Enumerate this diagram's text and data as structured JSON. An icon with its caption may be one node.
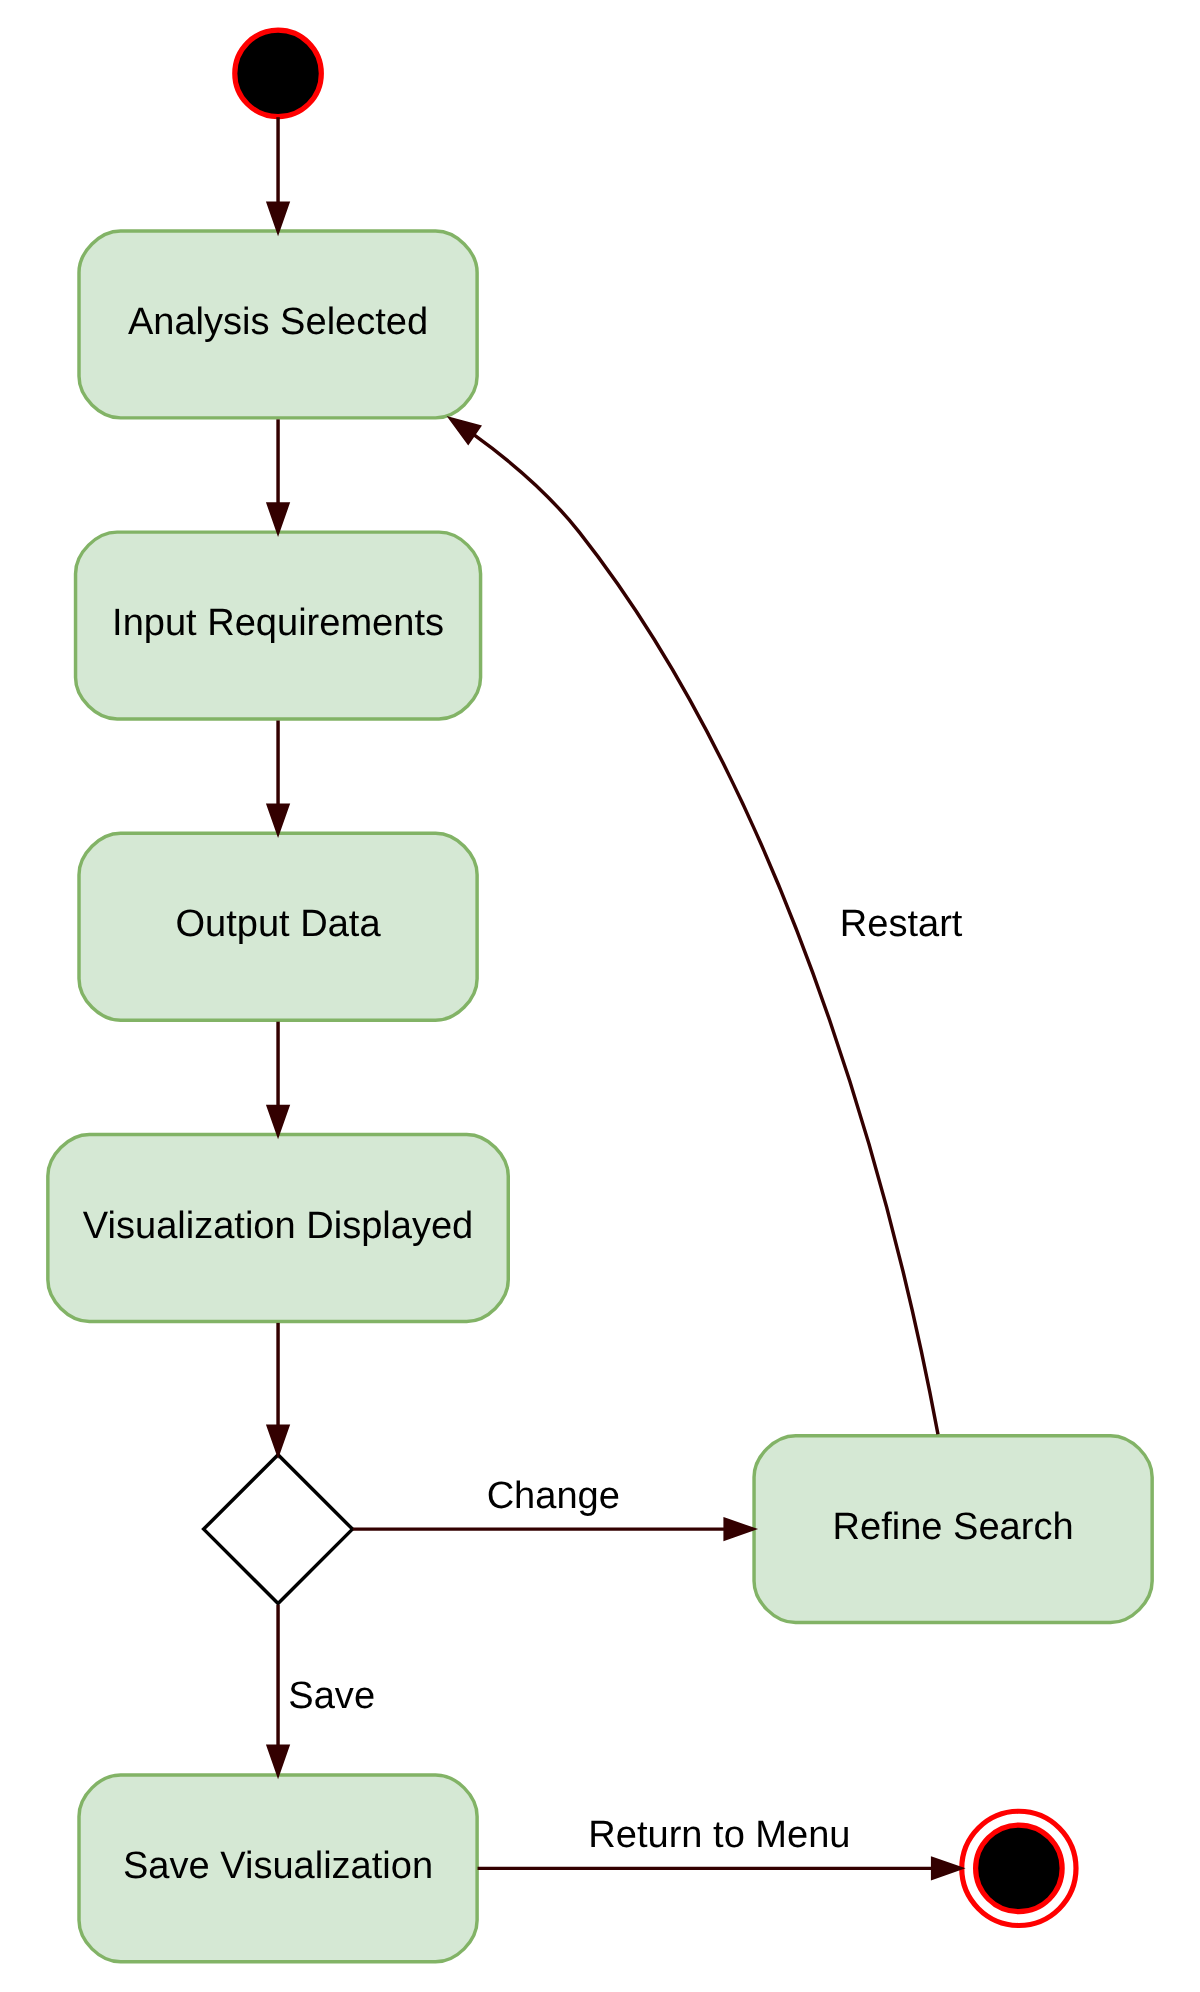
{
  "diagram": {
    "nodes": [
      {
        "text": [],
        "shape": "circle"
      },
      {
        "text": [
          "Analysis Selected"
        ]
      },
      {
        "text": [
          "Input Requirements"
        ]
      },
      {
        "text": [
          "Output Data"
        ]
      },
      {
        "text": [
          "Visualization Displayed"
        ]
      },
      {
        "text": [],
        "shape": "diamond"
      },
      {
        "text": [
          "Refine Search"
        ]
      },
      {
        "text": [
          "Save Visualization"
        ]
      },
      {
        "text": [],
        "shape": "circle"
      }
    ],
    "edges": [
      {
        "from": 0,
        "to": 1,
        "arrow": "to"
      },
      {
        "from": 1,
        "to": 2,
        "arrow": "to"
      },
      {
        "from": 2,
        "to": 3,
        "arrow": "to"
      },
      {
        "from": 3,
        "to": 4,
        "arrow": "to"
      },
      {
        "from": 4,
        "to": 5,
        "arrow": "to"
      },
      {
        "from": 5,
        "to": 6,
        "label": "Change",
        "arrow": "to"
      },
      {
        "from": 5,
        "to": 7,
        "label": "Save",
        "arrow": "to"
      },
      {
        "from": 6,
        "to": 1,
        "label": "Restart",
        "arrow": "to"
      },
      {
        "from": 7,
        "to": 8,
        "label": "Return to Menu",
        "arrow": "to"
      }
    ]
  }
}
